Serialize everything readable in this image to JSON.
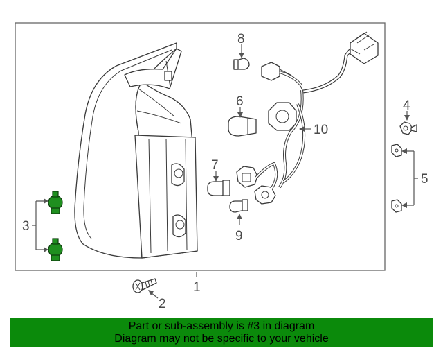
{
  "callouts": {
    "c1": "1",
    "c2": "2",
    "c3": "3",
    "c4": "4",
    "c5": "5",
    "c6": "6",
    "c7": "7",
    "c8": "8",
    "c9": "9",
    "c10": "10"
  },
  "banner": {
    "line1": "Part or sub-assembly is #3 in diagram",
    "line2": "Diagram may not be specific to your vehicle"
  },
  "colors": {
    "highlight": "#1f8f1f",
    "banner": "#0b8a0b"
  }
}
